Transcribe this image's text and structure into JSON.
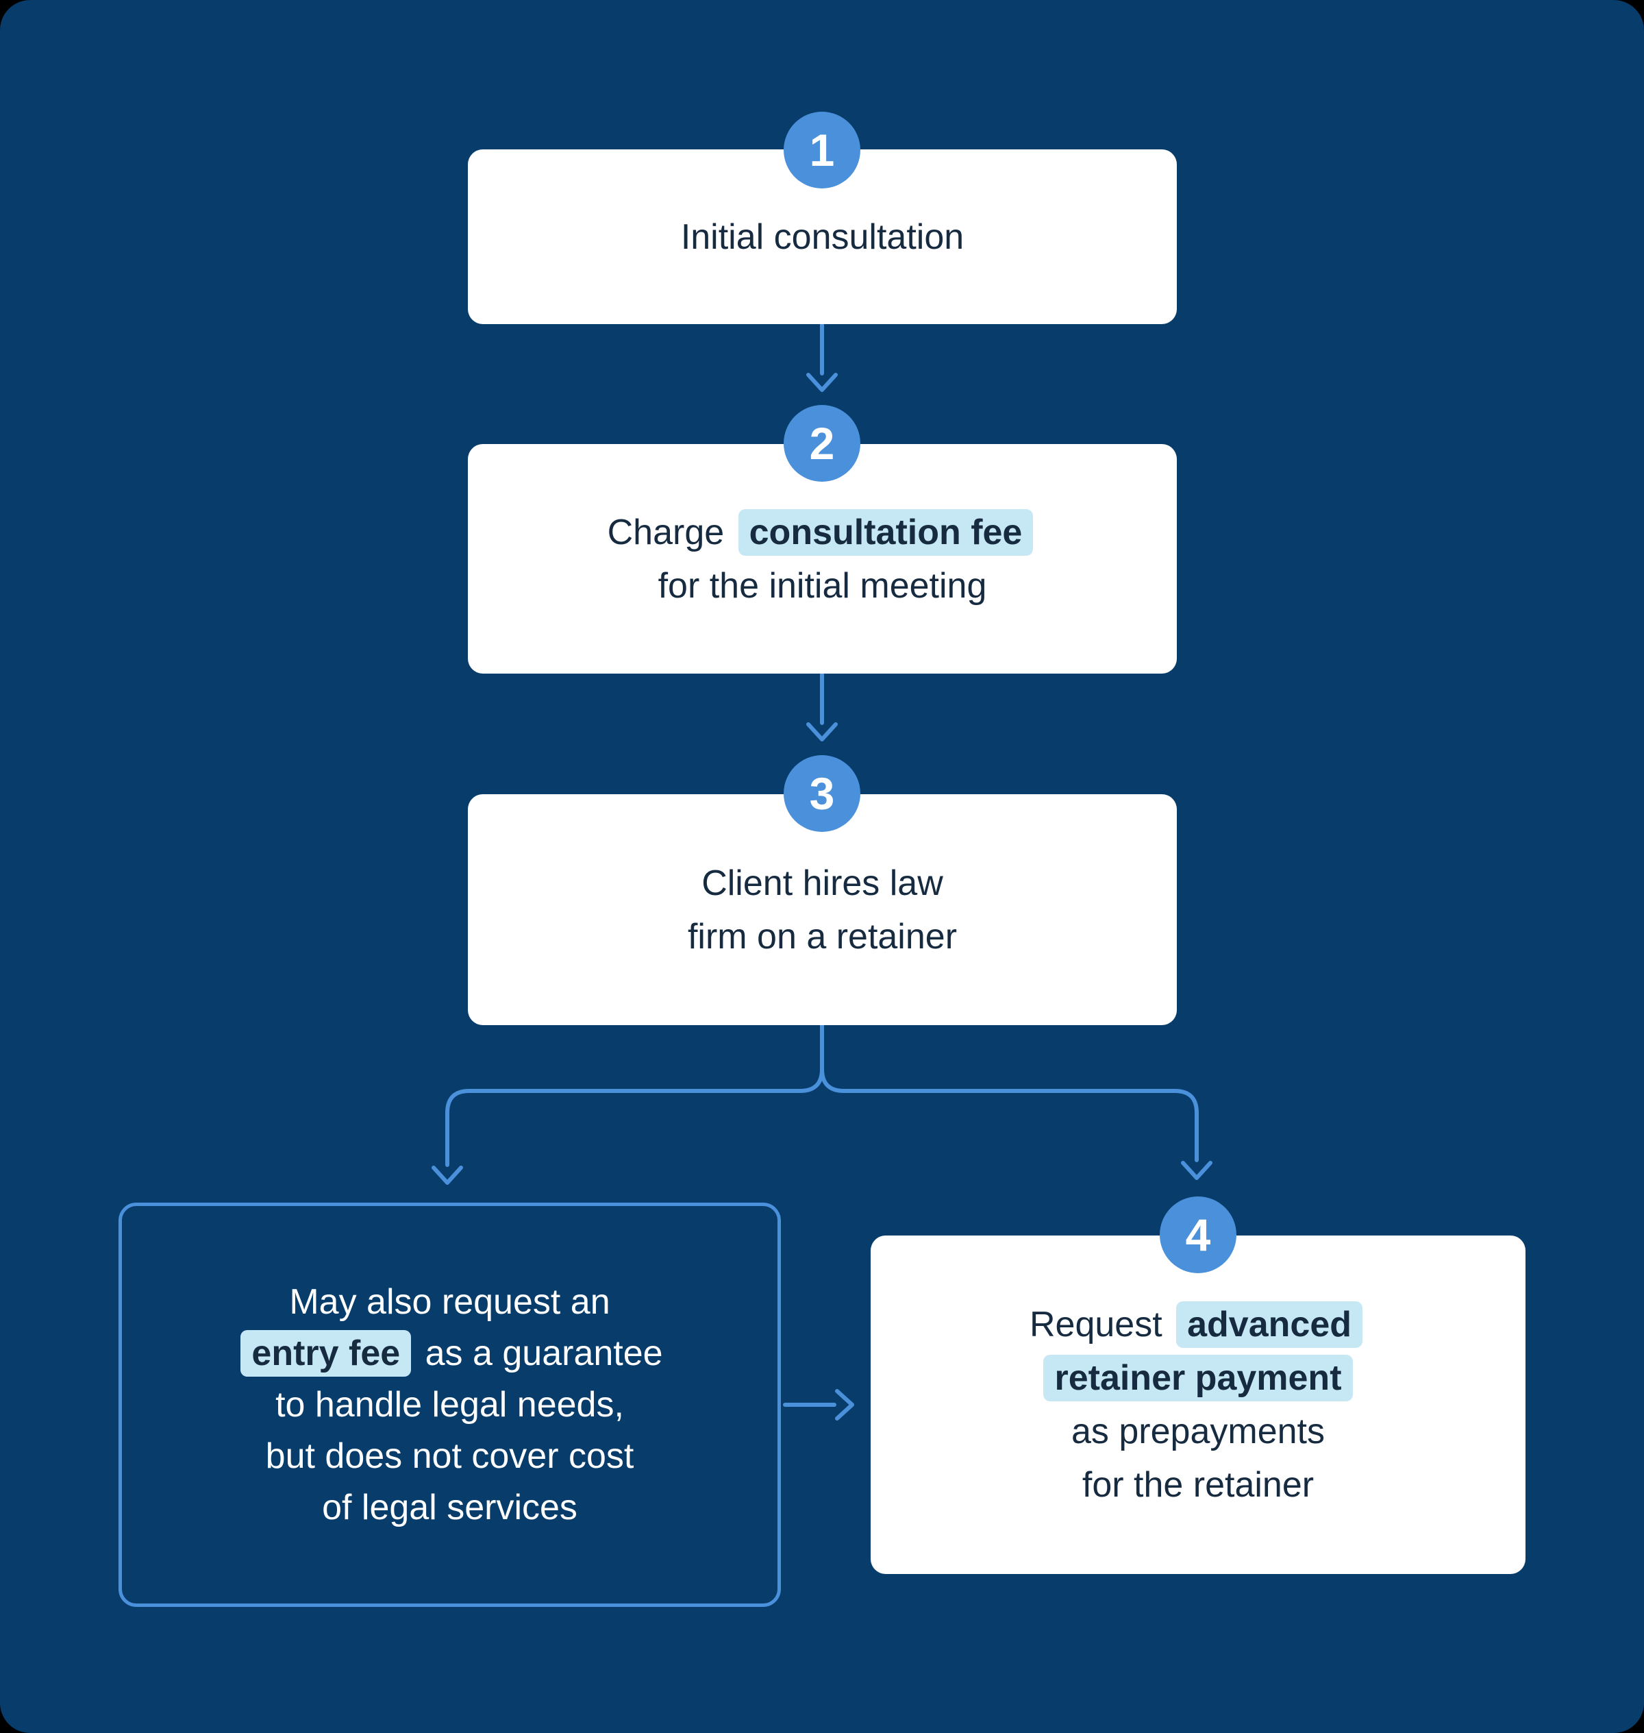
{
  "colors": {
    "outside": "#000000",
    "background": "#073c6b",
    "accent_blue": "#4a90da",
    "highlight_bg": "#c6e8f4",
    "text_dark": "#162a40",
    "text_white": "#ffffff",
    "box_bg": "#ffffff"
  },
  "flow": {
    "step1": {
      "badge": "1",
      "line1": "Initial consultation"
    },
    "step2": {
      "badge": "2",
      "line1_pre": "Charge",
      "line1_highlight": "consultation fee",
      "line2": "for the initial meeting"
    },
    "step3": {
      "badge": "3",
      "line1": "Client hires law",
      "line2": "firm on a retainer"
    },
    "step4": {
      "badge": "4",
      "line1_pre": "Request",
      "line1_highlight": "advanced",
      "line2_highlight": "retainer payment",
      "line3": "as prepayments",
      "line4": "for the retainer"
    },
    "side_note": {
      "line1": "May also request an",
      "line2_highlight": "entry fee",
      "line2_rest": "as a guarantee",
      "line3": "to handle legal needs,",
      "line4": "but does not cover cost",
      "line5": "of legal services"
    }
  }
}
